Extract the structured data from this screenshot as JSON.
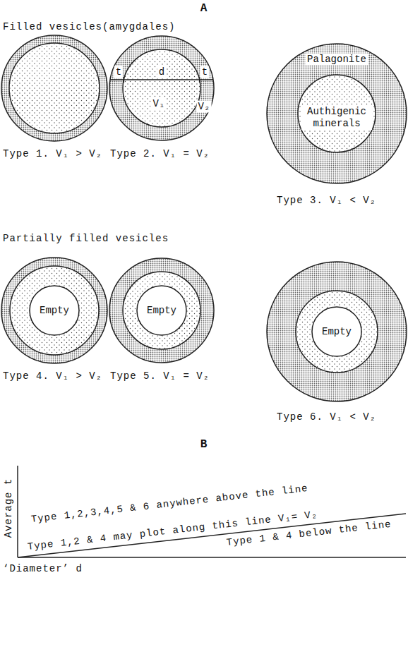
{
  "diagram": {
    "nodes": [
      {
        "text": [
          "Type 1. V₁ > V₂"
        ]
      },
      {
        "text": [
          "Type 2. V₁ = V₂",
          "t",
          "d",
          "t",
          "V₁",
          "V₂"
        ]
      },
      {
        "text": [
          "Type 3. V₁ < V₂",
          "Palagonite",
          "Authigenic minerals"
        ]
      },
      {
        "text": [
          "Type 4. V₁ > V₂",
          "Empty"
        ]
      },
      {
        "text": [
          "Type 5. V₁ = V₂",
          "Empty"
        ]
      },
      {
        "text": [
          "Type 6. V₁ < V₂",
          "Empty"
        ]
      }
    ],
    "labels": [
      "A",
      "Filled vesicles(amygdales)",
      "Partially filled vesicles",
      "B",
      "Average t",
      "‘Diameter’ d",
      "Type 1,2,3,4,5 & 6 anywhere above the line",
      "Type 1,2 & 4 may plot along this line V₁= V₂",
      "Type 1 & 4 below the line"
    ]
  }
}
